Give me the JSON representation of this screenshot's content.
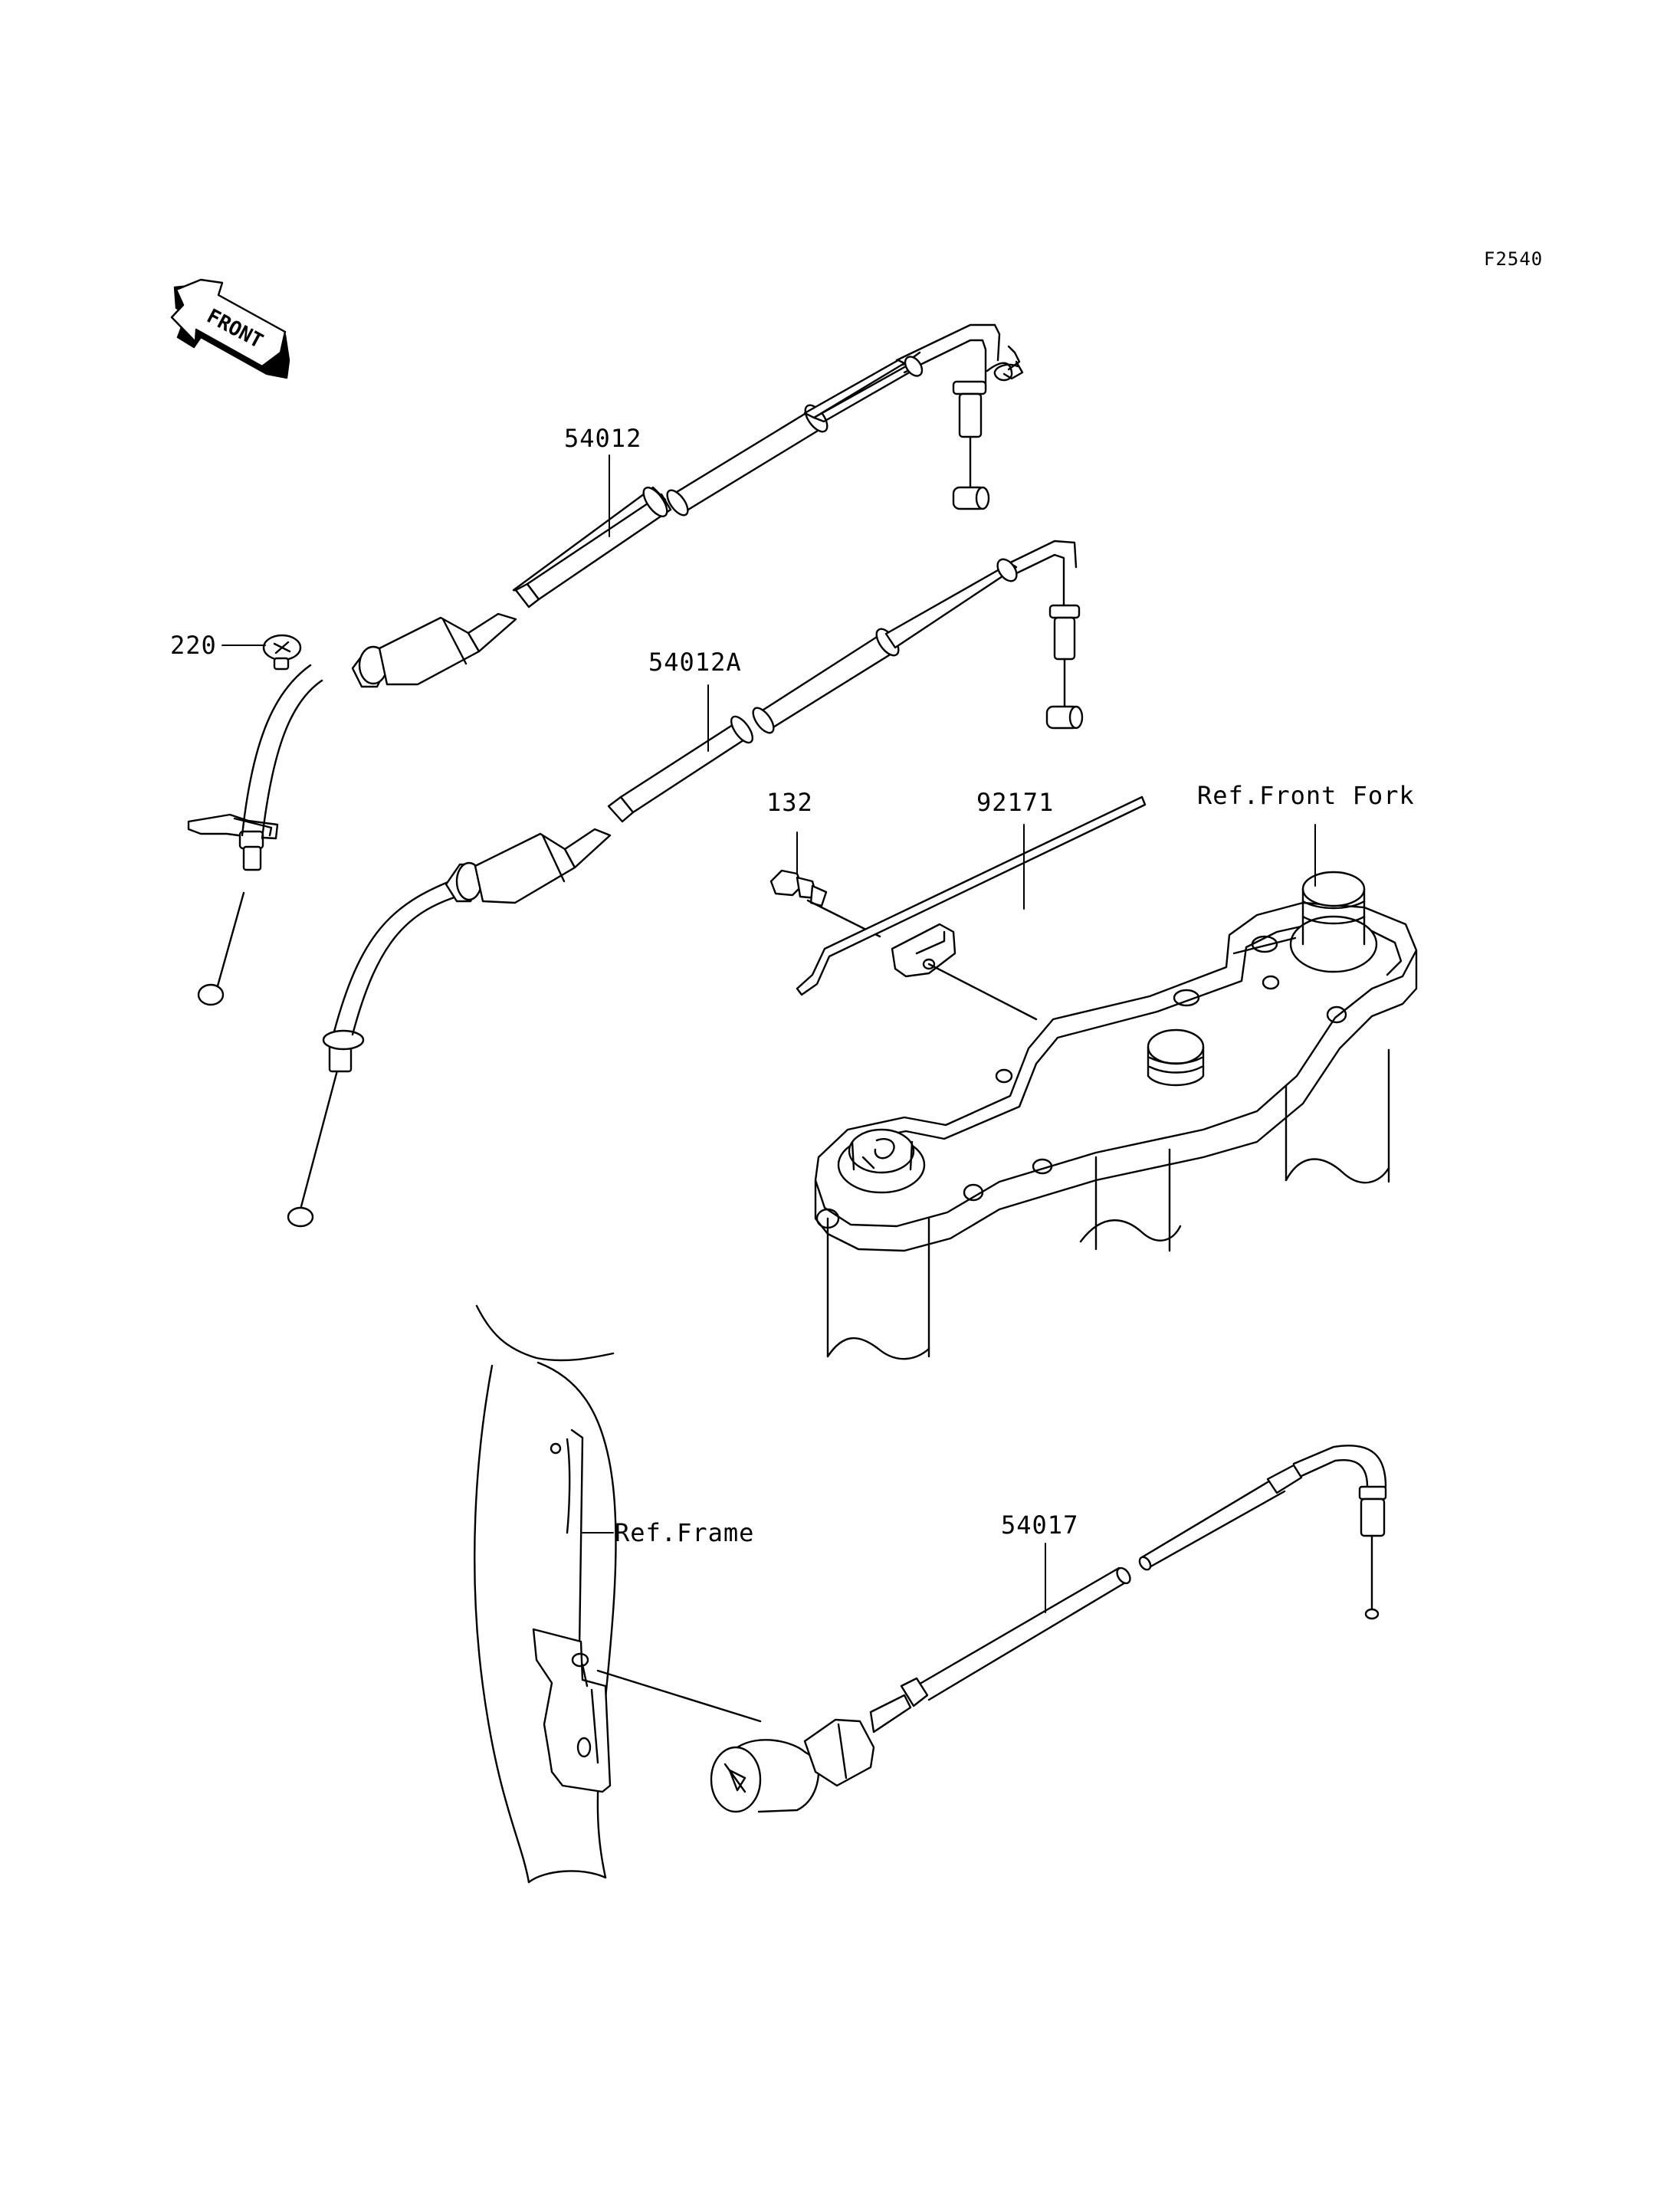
{
  "figure_code": "F2540",
  "front_arrow_text": "FRONT",
  "callouts": {
    "throttle_cable_open": "54012",
    "throttle_cable_close": "54012A",
    "screw": "220",
    "bolt": "132",
    "clamp": "92171",
    "choke_cable": "54017",
    "ref_front_fork": "Ref.Front Fork",
    "ref_frame": "Ref.Frame"
  }
}
